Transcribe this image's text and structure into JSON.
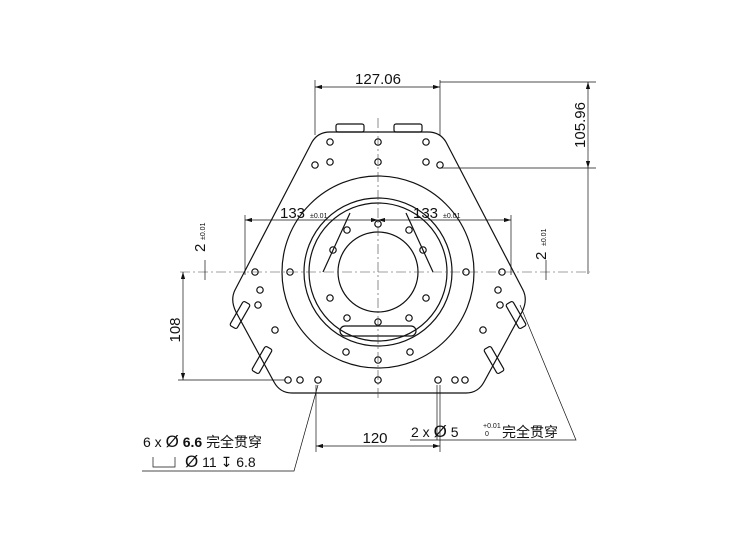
{
  "dimensions": {
    "top_width": "127.06",
    "right_height": "105.96",
    "left_height": "108",
    "bottom_width": "120",
    "left_span": "133",
    "left_span_tol": "±0.01",
    "right_span": "133",
    "right_span_tol": "±0.01",
    "left_offset": "2",
    "left_offset_tol": "±0.01",
    "right_offset": "2",
    "right_offset_tol": "±0.01"
  },
  "notes": {
    "left_count": "6 x",
    "left_diameter_symbol": "Ø",
    "left_diameter": "6.6",
    "left_through": "完全贯穿",
    "counterbore_diameter_symbol": "Ø",
    "counterbore_diameter": "11",
    "counterbore_depth_symbol": "↧",
    "counterbore_depth": "6.8",
    "right_count": "2 x",
    "right_diameter_symbol": "Ø",
    "right_diameter": "5",
    "right_tol_upper": "+0.01",
    "right_tol_lower": "0",
    "right_through": "完全贯穿"
  }
}
